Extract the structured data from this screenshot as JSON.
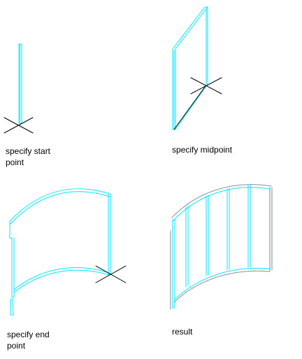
{
  "colors": {
    "wall_stroke": "#00e5ff",
    "cursor_mark": "#000000",
    "result_frame": "#7a8a8a",
    "background": "#ffffff"
  },
  "steps": [
    {
      "id": "start",
      "caption_line1": "specify start",
      "caption_line2": "point"
    },
    {
      "id": "midpoint",
      "caption_line1": "specify midpoint",
      "caption_line2": ""
    },
    {
      "id": "end",
      "caption_line1": "specify end",
      "caption_line2": "point"
    },
    {
      "id": "result",
      "caption_line1": "result",
      "caption_line2": ""
    }
  ]
}
